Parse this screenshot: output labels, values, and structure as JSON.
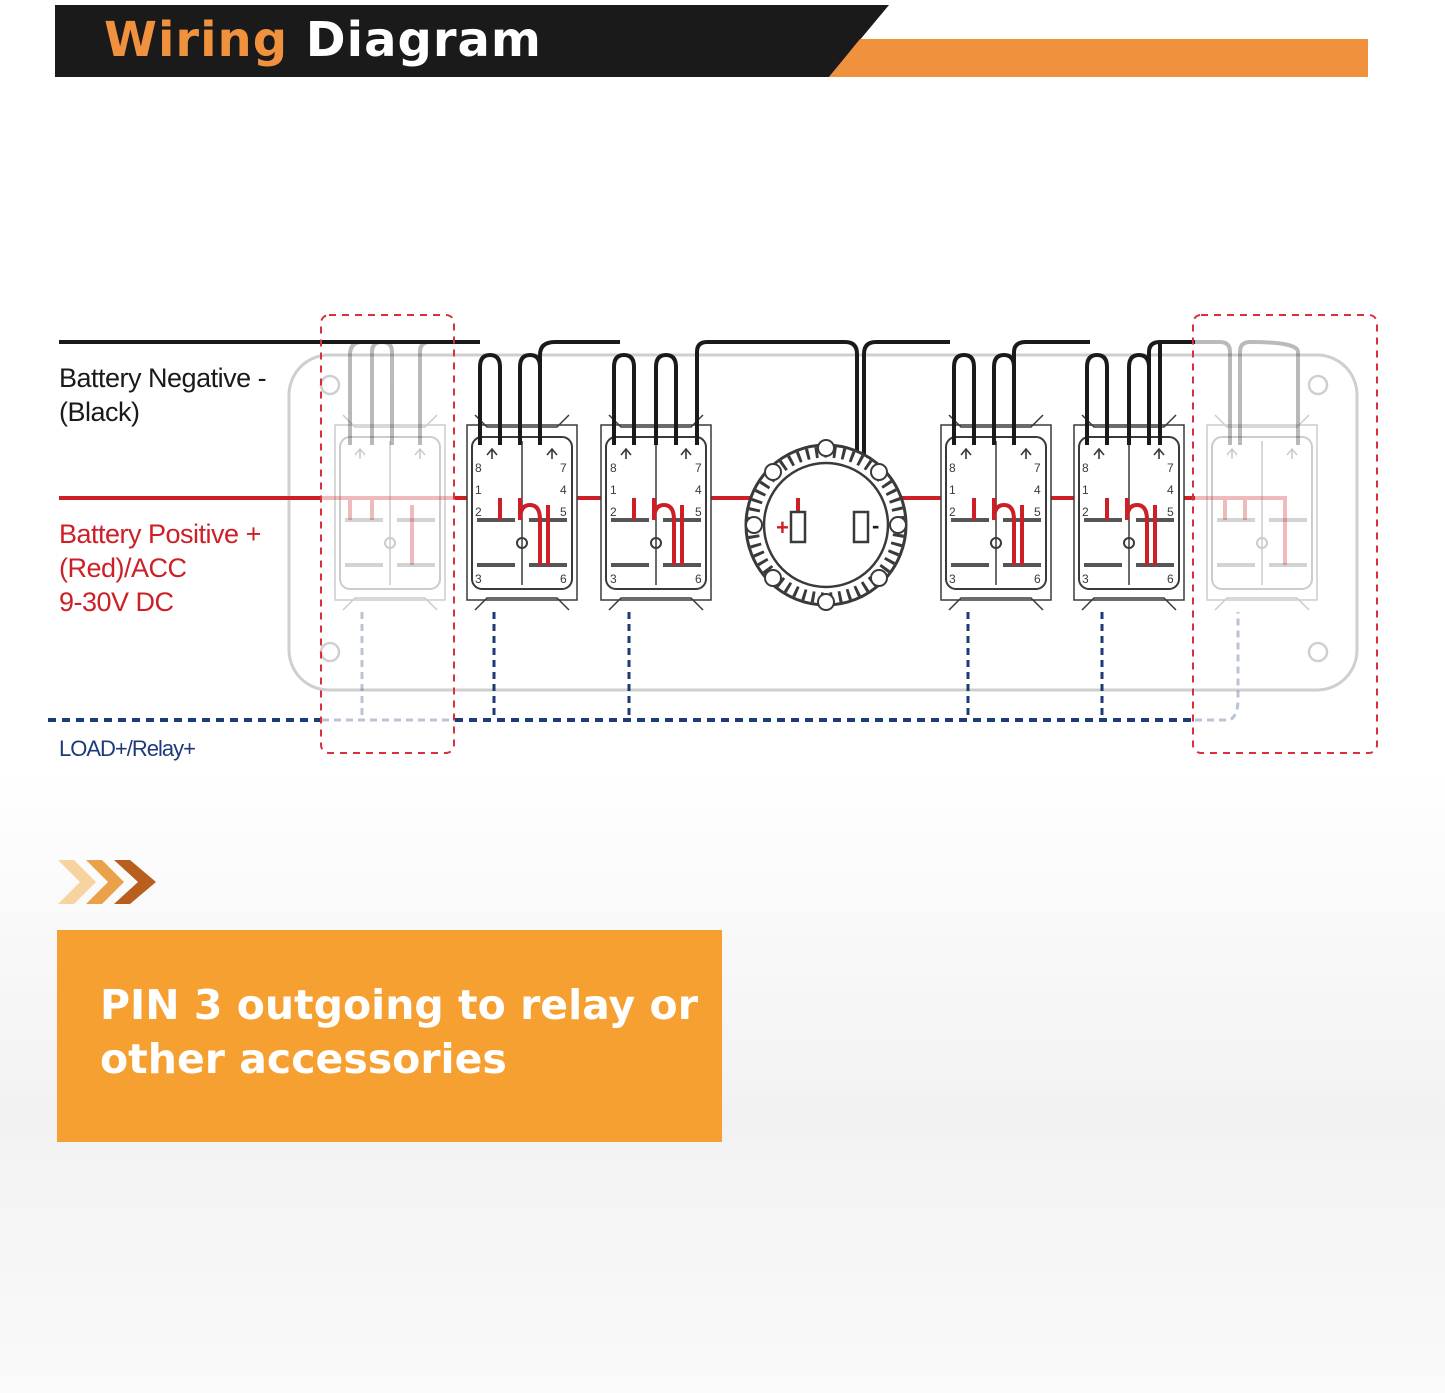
{
  "header": {
    "title_part1": "Wiring",
    "title_part2": "Diagram",
    "colors": {
      "bar_dark": "#1a1a1a",
      "accent_orange": "#f0923d"
    }
  },
  "diagram": {
    "wire_labels": {
      "negative": [
        "Battery Negative -",
        "(Black)"
      ],
      "positive": [
        "Battery Positive +",
        "(Red)/ACC",
        "9-30V DC"
      ],
      "load": "LOAD+/Relay+"
    },
    "voltmeter_terminals": [
      "+",
      "-"
    ],
    "switch_pins": {
      "top_left": "8",
      "top_right": "7",
      "mid_left": "1",
      "mid_right": "4",
      "low_left": "2",
      "low_right": "5",
      "bottom_left": "3",
      "bottom_right": "6"
    },
    "colors": {
      "negative_wire": "#1a1a1a",
      "positive_wire": "#cc1f26",
      "load_wire": "#1d3a7a",
      "highlight_box": "#d9313c"
    }
  },
  "callout": {
    "icon": "triple-chevron-right-icon",
    "text_line1": "PIN 3 outgoing to relay or",
    "text_line2": "other accessories",
    "background": "#f7a032"
  }
}
